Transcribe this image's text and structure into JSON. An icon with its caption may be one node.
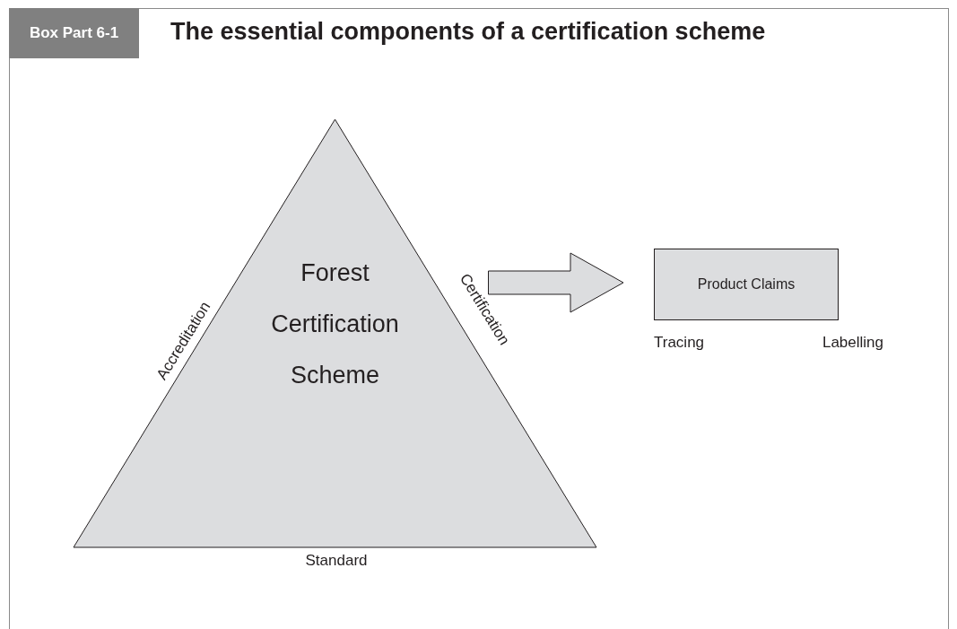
{
  "diagram": {
    "title": "The essential components of a certification scheme",
    "nodes": [
      {
        "text": [
          "Forest Certification Scheme"
        ],
        "beside": [
          "Accreditation",
          "Certification",
          "Standard"
        ]
      },
      {
        "text": [
          "Product Claims"
        ],
        "beside": [
          "Tracing",
          "Labelling"
        ]
      }
    ],
    "edges": [
      {
        "from": 0,
        "to": 1,
        "arrow": "to",
        "style": "thick"
      }
    ],
    "labels": [
      "Box Part 6-1"
    ]
  }
}
